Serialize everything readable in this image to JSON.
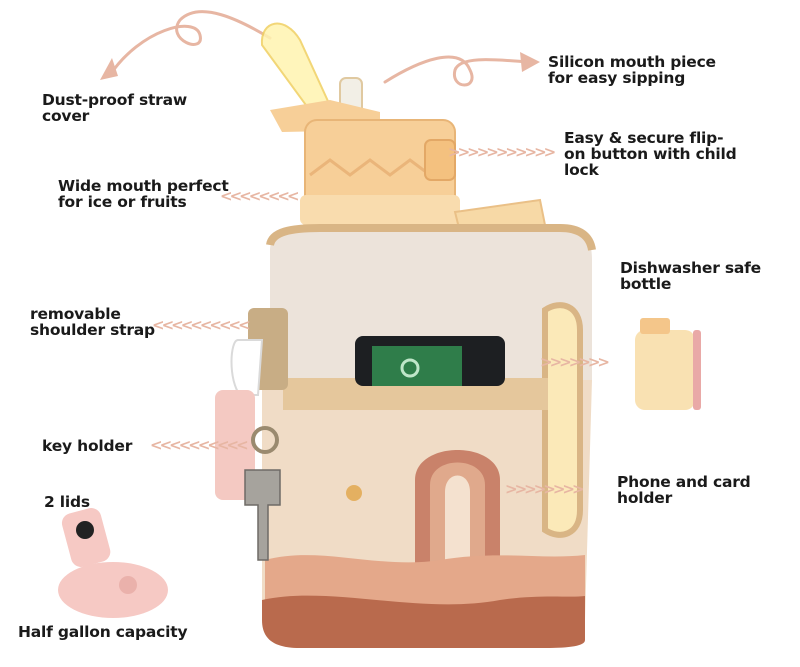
{
  "labels": {
    "straw_cover": "Dust-proof straw\ncover",
    "mouth_piece": "Silicon mouth piece\nfor easy sipping",
    "flip_button": "Easy & secure flip-\non button with child\nlock",
    "wide_mouth": "Wide mouth perfect\nfor ice or fruits",
    "dishwasher": "Dishwasher safe\nbottle",
    "shoulder_strap": "removable\nshoulder strap",
    "key_holder": "key holder",
    "phone_card": "Phone and card\nholder",
    "two_lids": "2 lids",
    "capacity": "Half gallon capacity"
  },
  "colors": {
    "arrow": "#e7b6a3",
    "lid": "#f7cf98",
    "sleeve_top": "#ece3da",
    "sleeve_bottom": "#f0dcc6",
    "trim": "#d9b585",
    "rainbow_outer": "#c9826a",
    "rainbow_mid": "#e0a98c",
    "rainbow_inner": "#f4e1cf",
    "hill_dark": "#b96a4d",
    "hill_light": "#e4a88a",
    "phone": "#1d1f22",
    "screen_green": "#2f7d4a",
    "small_lid": "#f6c9c4"
  }
}
